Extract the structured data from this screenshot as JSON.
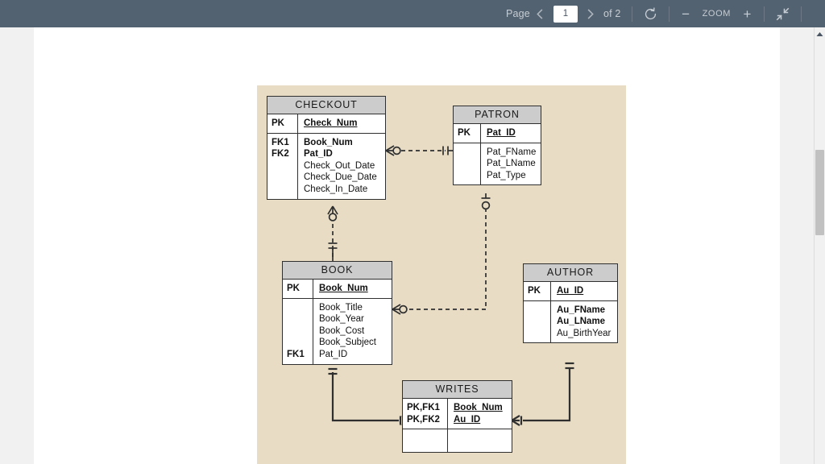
{
  "toolbar": {
    "page_label": "Page",
    "prev_icon": "chevron-left-icon",
    "page_value": "1",
    "next_icon": "chevron-right-icon",
    "of_label": "of 2",
    "rotate_icon": "rotate-icon",
    "zoom_out_label": "−",
    "zoom_label": "ZOOM",
    "zoom_in_label": "+",
    "fullscreen_icon": "collapse-arrows-icon"
  },
  "scrollbar": {
    "up_arrow_icon": "scroll-up-arrow-icon"
  },
  "diagram": {
    "canvas_color": "#e8dcc4",
    "header_color": "#cccccc",
    "line_color": "#2f2f2f",
    "entities": [
      {
        "name": "CHECKOUT",
        "keys_top": "PK",
        "fields_top": [
          "Check_Num"
        ],
        "keys_bottom": "FK1\nFK2",
        "fields_bottom": [
          "Book_Num",
          "Pat_ID",
          "Check_Out_Date",
          "Check_Due_Date",
          "Check_In_Date"
        ]
      },
      {
        "name": "PATRON",
        "keys_top": "PK",
        "fields_top": [
          "Pat_ID"
        ],
        "keys_bottom": "",
        "fields_bottom": [
          "Pat_FName",
          "Pat_LName",
          "Pat_Type"
        ]
      },
      {
        "name": "BOOK",
        "keys_top": "PK",
        "fields_top": [
          "Book_Num"
        ],
        "keys_bottom": "FK1",
        "fields_bottom": [
          "Book_Title",
          "Book_Year",
          "Book_Cost",
          "Book_Subject",
          "Pat_ID"
        ]
      },
      {
        "name": "AUTHOR",
        "keys_top": "PK",
        "fields_top": [
          "Au_ID"
        ],
        "keys_bottom": "",
        "fields_bottom": [
          "Au_FName",
          "Au_LName",
          "Au_BirthYear"
        ]
      },
      {
        "name": "WRITES",
        "keys_top": "PK,FK1\nPK,FK2",
        "fields_top": [
          "Book_Num",
          "Au_ID"
        ],
        "keys_bottom": "",
        "fields_bottom": []
      }
    ],
    "relationships": [
      {
        "from": "CHECKOUT",
        "to": "PATRON",
        "style": "dashed",
        "from_cardinality": "zero-or-many",
        "to_cardinality": "one-and-only-one"
      },
      {
        "from": "CHECKOUT",
        "to": "BOOK",
        "style": "dashed",
        "from_cardinality": "zero-or-many",
        "to_cardinality": "one-and-only-one"
      },
      {
        "from": "BOOK",
        "to": "PATRON",
        "style": "dashed",
        "from_cardinality": "zero-or-many",
        "to_cardinality": "zero-or-one"
      },
      {
        "from": "BOOK",
        "to": "WRITES",
        "style": "solid",
        "from_cardinality": "one-and-only-one",
        "to_cardinality": "one-or-many"
      },
      {
        "from": "AUTHOR",
        "to": "WRITES",
        "style": "solid",
        "from_cardinality": "one-and-only-one",
        "to_cardinality": "one-or-many"
      }
    ]
  }
}
